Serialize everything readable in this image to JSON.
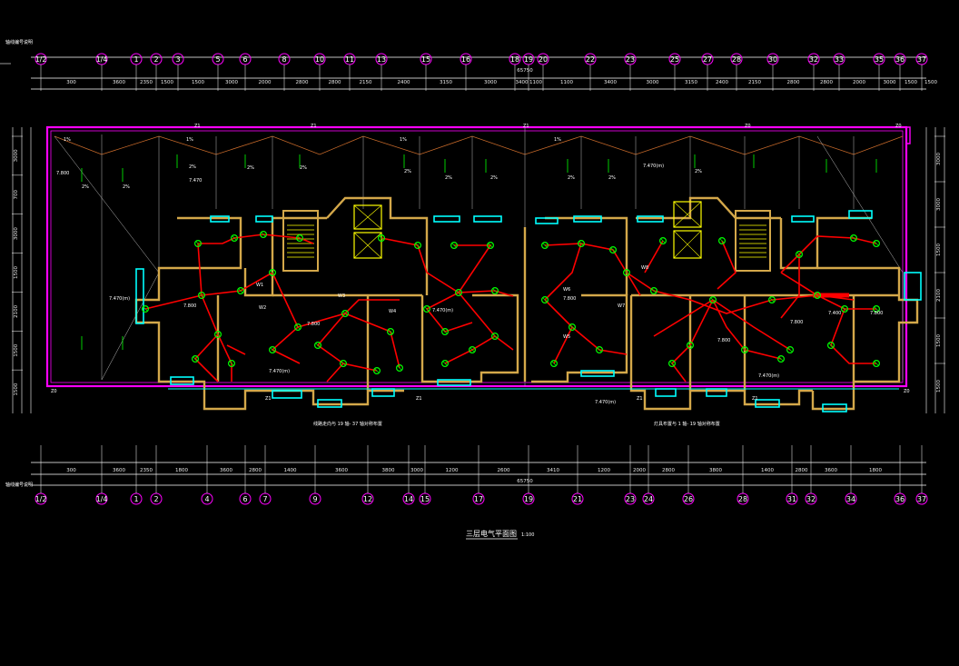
{
  "drawing": {
    "title": "三层电气平面图",
    "scale": "1:100",
    "note_left": "线路走向与 19 轴- 37 轴对称布置",
    "note_right": "灯具布置与 1 轴- 19 轴对称布置",
    "axis_ref_label": "轴线编号说明",
    "total_length": "65750",
    "total_length_bottom": "65750"
  },
  "colors": {
    "background": "#000000",
    "roof_outline": "#ff00ff",
    "walls": "#d4a84a",
    "wiring": "#ff0000",
    "fixtures": "#00ff00",
    "windows": "#00ffff",
    "dimension": "#ffffff",
    "slope_lines": "#c86a2a",
    "labels": "#ff00ff"
  },
  "top_axes": [
    "1/2",
    "1/4",
    "1",
    "2",
    "3",
    "5",
    "6",
    "8",
    "10",
    "11",
    "13",
    "15",
    "16",
    "18",
    "19",
    "20",
    "22",
    "23",
    "25",
    "27",
    "28",
    "30",
    "32",
    "33",
    "35",
    "36",
    "37"
  ],
  "bottom_axes": [
    "1/2",
    "1/4",
    "1",
    "2",
    "4",
    "6",
    "7",
    "9",
    "12",
    "14",
    "15",
    "17",
    "19",
    "21",
    "23",
    "24",
    "26",
    "28",
    "31",
    "32",
    "34",
    "36",
    "37"
  ],
  "top_dims": [
    "300",
    "3600",
    "2350",
    "1500",
    "1500",
    "3000",
    "2000",
    "2800",
    "2800",
    "2150",
    "2400",
    "3150",
    "3000",
    "3400",
    "1100",
    "1100",
    "3400",
    "3000",
    "3150",
    "2400",
    "2150",
    "2800",
    "2800",
    "2000",
    "3000",
    "1500",
    "1500"
  ],
  "bottom_dims": [
    "300",
    "3600",
    "2350",
    "1800",
    "3600",
    "2800",
    "1400",
    "3600",
    "3800",
    "3000",
    "1200",
    "2600",
    "3410",
    "1200",
    "2000",
    "2800",
    "3800",
    "1400",
    "2800",
    "3600",
    "1800"
  ],
  "left_dims": [
    "3000",
    "700",
    "3000",
    "1500",
    "2100",
    "1500",
    "1500"
  ],
  "right_dims": [
    "3000",
    "3000",
    "1500",
    "2100",
    "1500",
    "1500"
  ],
  "level_labels": [
    "7.800",
    "7.470(m)",
    "7.800",
    "7.470 ",
    "7.470(m)",
    "7.800",
    "7.470(m)",
    "7.800",
    "7.470(m)",
    "7.800",
    "7.470(m)",
    "7.470(m)",
    "7.800",
    "7.800",
    "7.400"
  ],
  "slope_labels": [
    "1%",
    "2%",
    "2%",
    "2%",
    "1%",
    "2%",
    "2%",
    "1%",
    "2%",
    "2%",
    "2%",
    "1%",
    "2%",
    "2%",
    "2%"
  ],
  "circuit_labels": [
    "W1",
    "W2",
    "W3",
    "W4",
    "W5",
    "W6",
    "W7",
    "W8"
  ],
  "corner_labels": [
    "Z1",
    "Z1",
    "Z1",
    "Z1",
    "Z0",
    "Z0",
    "Z1",
    "Z1",
    "Z1",
    "Z0",
    "Z0"
  ]
}
